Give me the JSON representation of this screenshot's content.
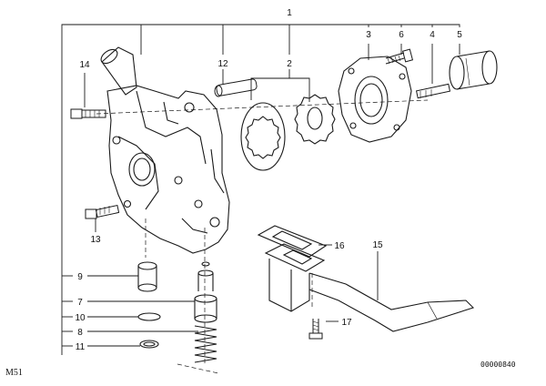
{
  "diagram": {
    "part_numbers": {
      "p1": "1",
      "p2": "2",
      "p3": "3",
      "p4": "4",
      "p5": "5",
      "p6": "6",
      "p7": "7",
      "p8": "8",
      "p9": "9",
      "p10": "10",
      "p11": "11",
      "p12": "12",
      "p13": "13",
      "p14": "14",
      "p15": "15",
      "p16": "16",
      "p17": "17"
    },
    "model_code": "M51",
    "drawing_number": "00000840"
  },
  "colors": {
    "line": "#1a1a1a",
    "background": "#ffffff"
  }
}
